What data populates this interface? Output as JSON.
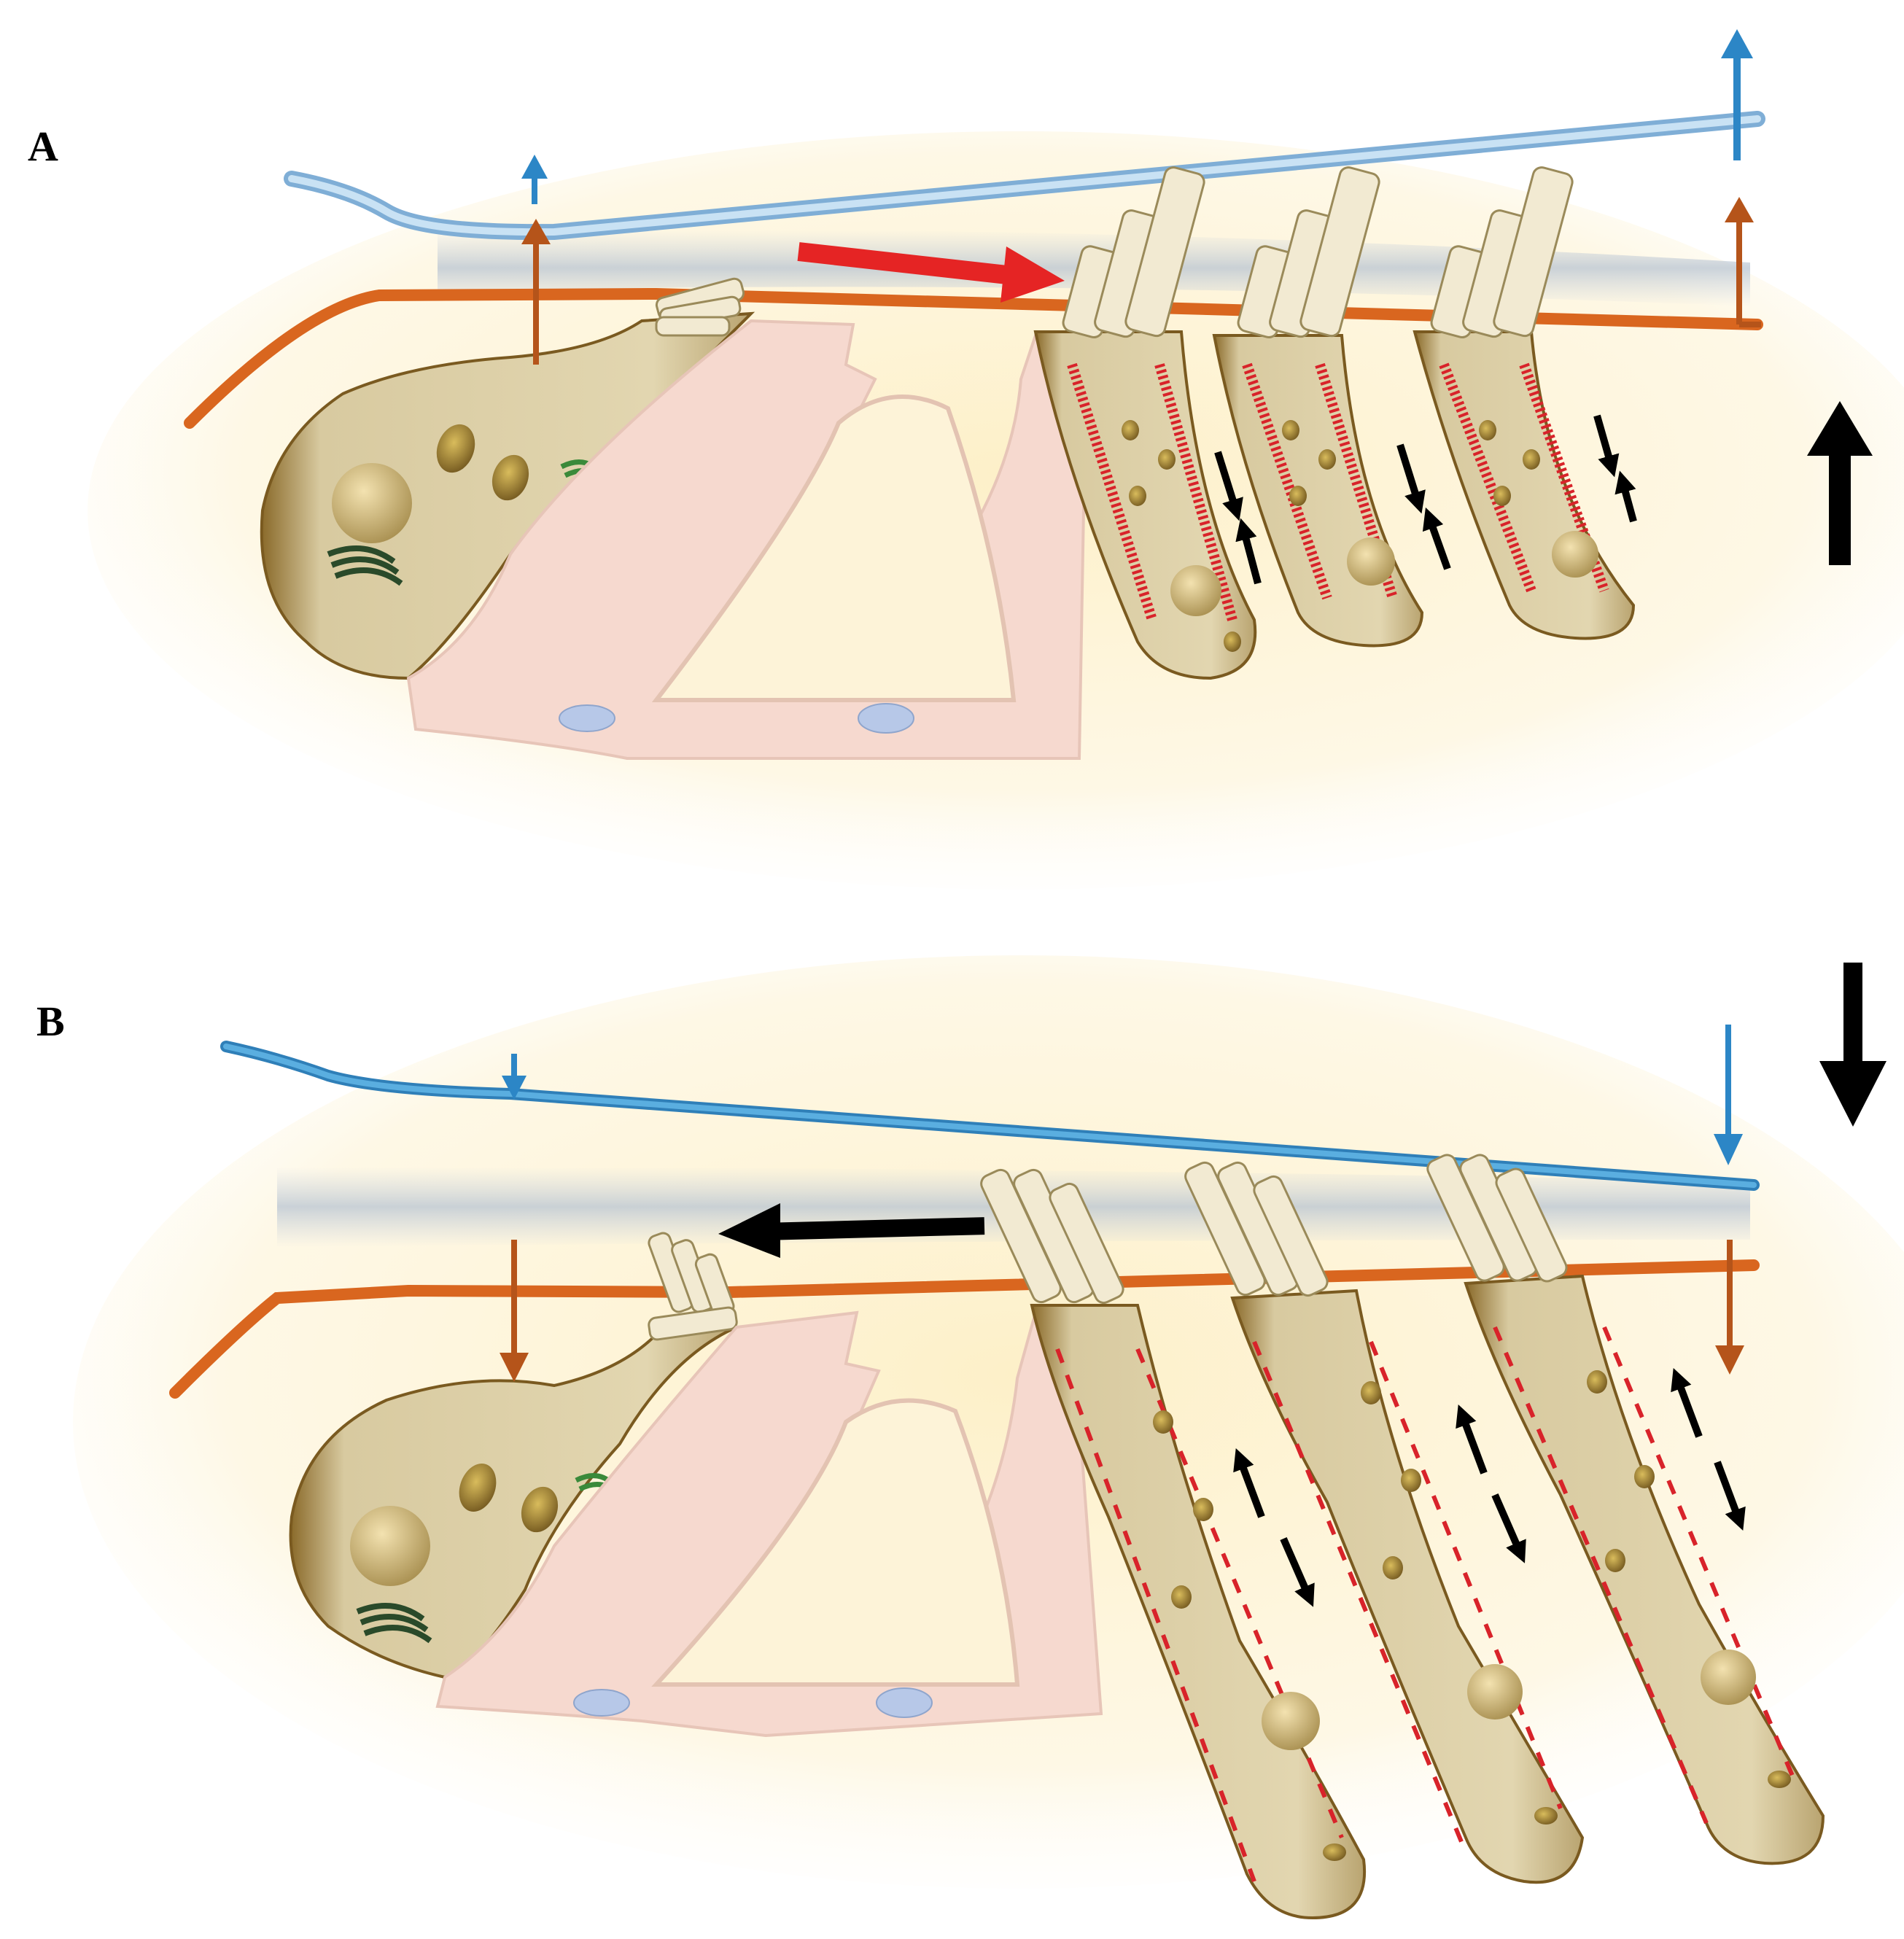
{
  "panels": [
    {
      "id": "A",
      "label": "A"
    },
    {
      "id": "B",
      "label": "B"
    }
  ],
  "colors": {
    "background_glow": "#fdf0c8",
    "upper_membrane_a": "#a9cdea",
    "upper_membrane_b": "#3d92cf",
    "lower_membrane": "#d9661f",
    "brown_arrow": "#b5541a",
    "blue_arrow": "#2c86c6",
    "red_arrow": "#e52424",
    "black_arrow": "#000000",
    "pink_cell": "#f6d9cf",
    "tan_cell": "#d6c79a",
    "cell_edge": "#7a5a20",
    "stereocilia": "#f2ead2",
    "actin_red": "#d8232a",
    "mitochondria": "#a6862e",
    "golgi_green": "#3a6a34",
    "nucleus_blue": "#a9bfe0"
  },
  "icons": [
    "arrow-up-icon",
    "arrow-down-icon",
    "arrow-right-icon",
    "arrow-left-icon"
  ]
}
